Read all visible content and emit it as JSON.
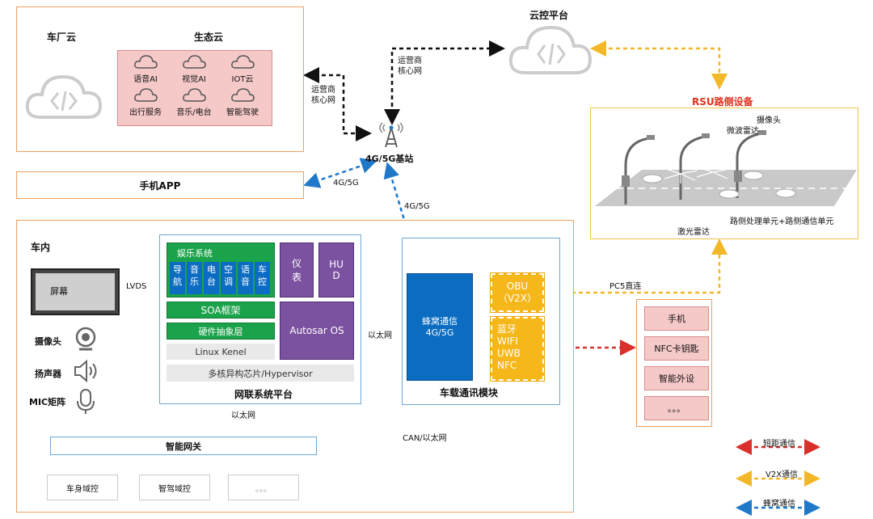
{
  "cloud": {
    "oem_title": "车厂云",
    "eco_title": "生态云",
    "services": [
      "语音AI",
      "视觉AI",
      "IOT云",
      "出行服务",
      "音乐/电台",
      "智能驾驶"
    ],
    "control_platform": "云控平台"
  },
  "network": {
    "carrier_core_left": "运营商\n核心网",
    "carrier_core_top": "运营商\n核心网",
    "base_station": "4G/5G基站",
    "link_app": "4G/5G",
    "link_tbox": "4G/5G"
  },
  "phone_app": "手机APP",
  "rsu": {
    "title": "RSU路侧设备",
    "camera": "摄像头",
    "microwave_radar": "微波雷达",
    "lidar": "激光雷达",
    "roadside_units": "路侧处理单元+路侧通信单元"
  },
  "vehicle": {
    "title": "车内",
    "screen": "屏幕",
    "lvds": "LVDS",
    "camera": "摄像头",
    "speaker": "扬声器",
    "mic": "MIC矩阵",
    "platform": {
      "title": "网联系统平台",
      "entertainment": "娱乐系统",
      "apps": [
        "导\n航",
        "音\n乐",
        "电\n台",
        "空\n调",
        "语\n音",
        "车\n控"
      ],
      "instrument": "仪\n表",
      "hud": "HU\nD",
      "soa": "SOA框架",
      "hal": "硬件抽象层",
      "autosar": "Autosar OS",
      "linux": "Linux Kenel",
      "hypervisor": "多核异构芯片/Hypervisor"
    },
    "ethernet_mid": "以太网",
    "ethernet_gw": "以太网",
    "can_eth": "CAN/以太网",
    "tbox": {
      "title": "车载通讯模块",
      "cellular": "蜂窝通信\n4G/5G",
      "obu": "OBU\n（V2X）",
      "shortrange": "蓝牙\nWIFI\nUWB\nNFC"
    },
    "gateway": "智能网关",
    "domains": [
      "车身域控",
      "智驾域控",
      "。。。"
    ]
  },
  "pc5": "PC5直连",
  "external_devices": [
    "手机",
    "NFC卡钥匙",
    "智能外设",
    "。。。"
  ],
  "legend": {
    "short_range": "短距通信",
    "v2x": "V2X通信",
    "cellular": "蜂窝通信"
  },
  "colors": {
    "short_range": "#d9302c",
    "v2x": "#f2b829",
    "cellular": "#1f78c8",
    "black_link": "#111111"
  }
}
